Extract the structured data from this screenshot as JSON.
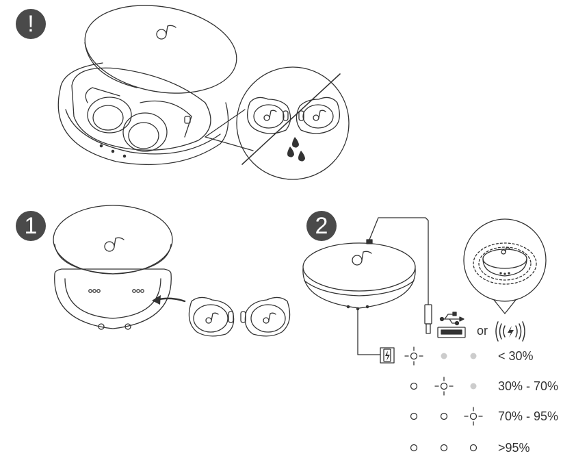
{
  "steps": {
    "warning": "!",
    "step1": "1",
    "step2": "2"
  },
  "connector_text": "or",
  "charge_levels": [
    {
      "label": "< 30%",
      "leds": [
        "blink",
        "dim",
        "dim"
      ]
    },
    {
      "label": "30% - 70%",
      "leds": [
        "on",
        "blink",
        "dim"
      ]
    },
    {
      "label": "70% - 95%",
      "leds": [
        "on",
        "on",
        "blink"
      ]
    },
    {
      "label": ">95%",
      "leds": [
        "on",
        "on",
        "on"
      ]
    }
  ],
  "colors": {
    "line": "#333333",
    "badge": "#4a4a4a",
    "dim_led": "#cccccc"
  }
}
